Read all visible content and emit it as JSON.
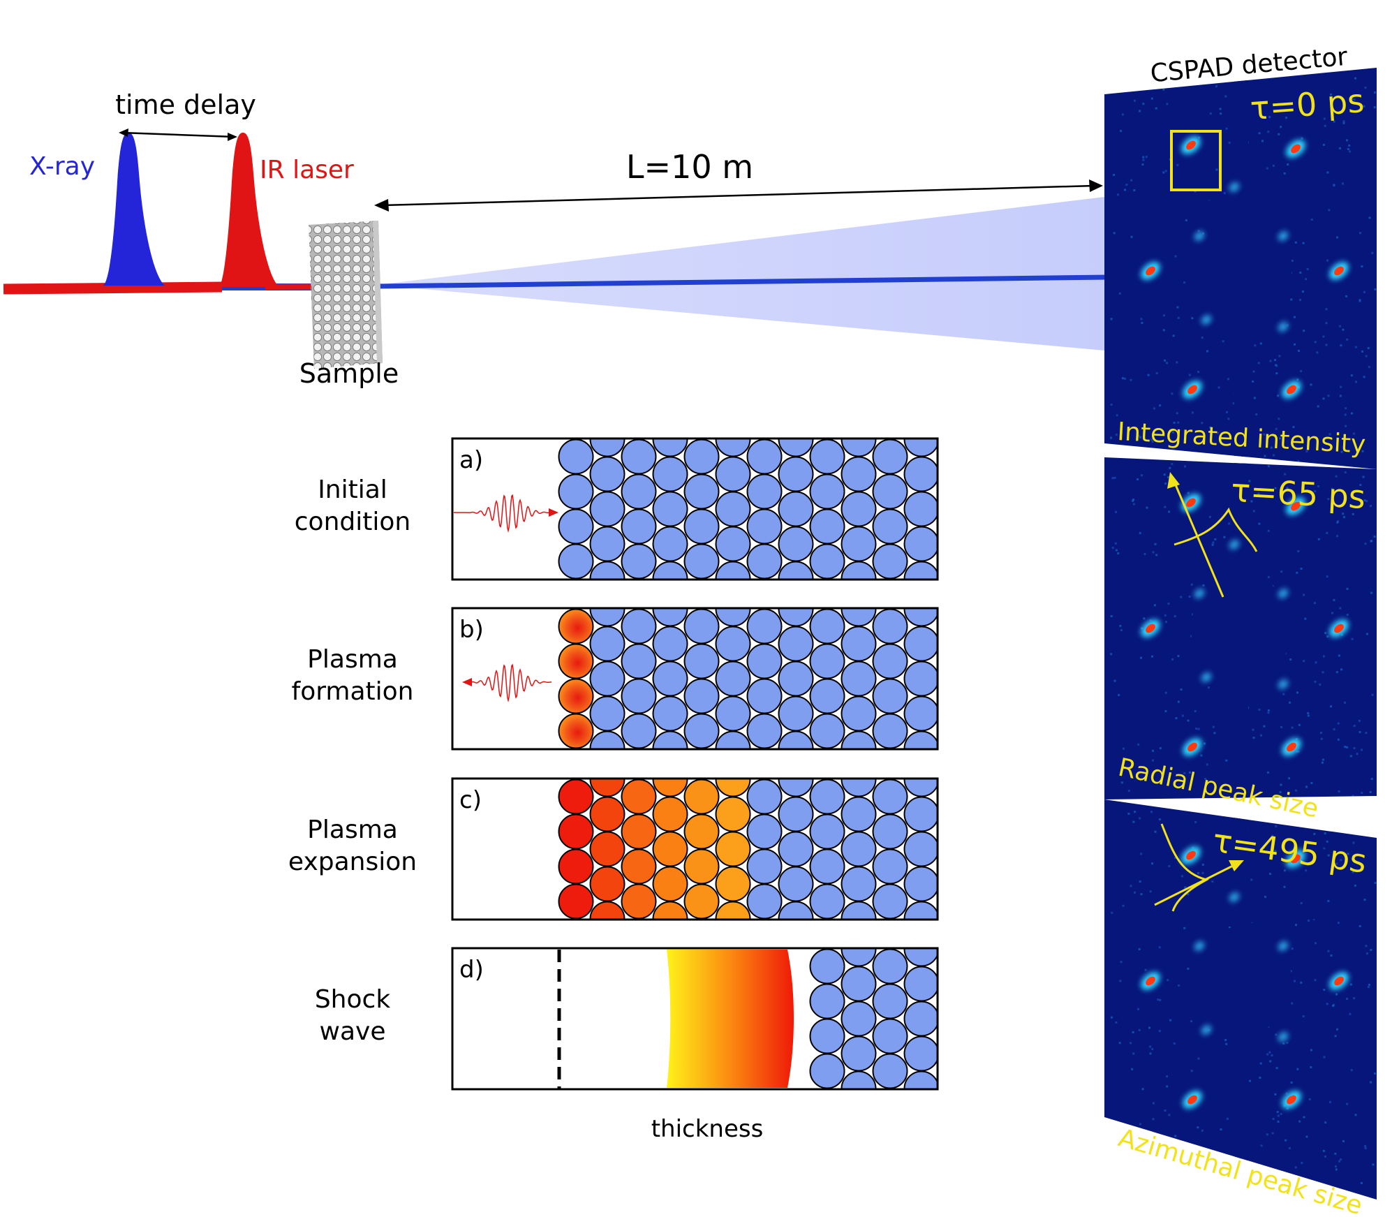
{
  "setup": {
    "time_delay_label": "time delay",
    "xray_label": "X-ray",
    "ir_label": "IR laser",
    "distance_label": "L=10 m",
    "sample_label": "Sample",
    "detector_label": "CSPAD detector"
  },
  "detector_panels": [
    {
      "tau": "τ=0 ps",
      "caption": "Integrated intensity"
    },
    {
      "tau": "τ=65 ps",
      "caption": "Radial peak size"
    },
    {
      "tau": "τ=495 ps",
      "caption": "Azimuthal peak size"
    }
  ],
  "stages": [
    {
      "letter": "a)",
      "line1": "Initial",
      "line2": "condition"
    },
    {
      "letter": "b)",
      "line1": "Plasma",
      "line2": "formation"
    },
    {
      "letter": "c)",
      "line1": "Plasma",
      "line2": "expansion"
    },
    {
      "letter": "d)",
      "line1": "Shock",
      "line2": "wave"
    }
  ],
  "thickness_label": "thickness",
  "colors": {
    "xray": "#2424d8",
    "ir": "#e01010",
    "beam_cone": "#c6cdfb",
    "sphere": "#7f9ef0",
    "detector": "#06167a",
    "annotation": "#f2e21a"
  }
}
